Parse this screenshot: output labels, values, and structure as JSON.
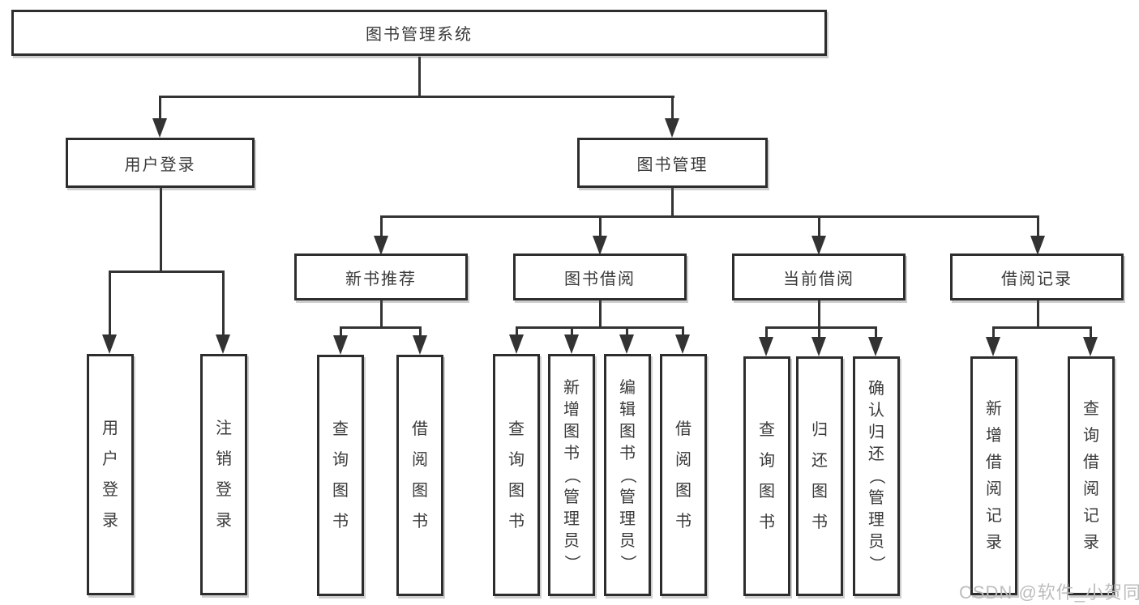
{
  "tree": {
    "root": {
      "label": "图书管理系统",
      "children": [
        {
          "label": "用户登录",
          "children": [
            {
              "label": "用户登录"
            },
            {
              "label": "注销登录"
            }
          ]
        },
        {
          "label": "图书管理",
          "children": [
            {
              "label": "新书推荐",
              "children": [
                {
                  "label": "查询图书"
                },
                {
                  "label": "借阅图书"
                }
              ]
            },
            {
              "label": "图书借阅",
              "children": [
                {
                  "label": "查询图书"
                },
                {
                  "label": "新增图书（管理员）"
                },
                {
                  "label": "编辑图书（管理员）"
                },
                {
                  "label": "借阅图书"
                }
              ]
            },
            {
              "label": "当前借阅",
              "children": [
                {
                  "label": "查询图书"
                },
                {
                  "label": "归还图书"
                },
                {
                  "label": "确认归还（管理员）"
                }
              ]
            },
            {
              "label": "借阅记录",
              "children": [
                {
                  "label": "新增借阅记录"
                },
                {
                  "label": "查询借阅记录"
                }
              ]
            }
          ]
        }
      ]
    }
  },
  "watermark": {
    "text": "CSDN @软件_小贺同学"
  },
  "colors": {
    "line": "#333333",
    "border": "#2d2d2d",
    "text": "#3a3a3a",
    "watermark": "#bdbdbd",
    "background": "#ffffff"
  }
}
